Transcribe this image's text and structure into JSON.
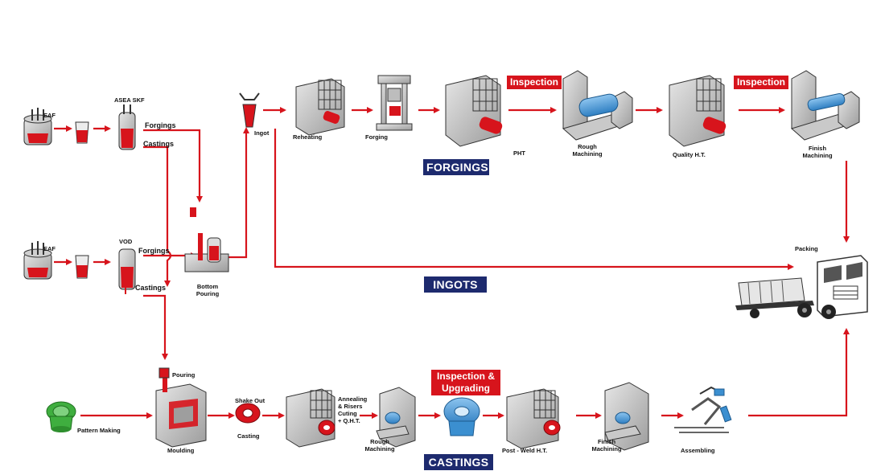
{
  "colors": {
    "flow_arrow": "#d7141c",
    "section_banner": "#1d2a6e",
    "inspection_banner": "#d7141c",
    "machining_part": "#3b8fd0",
    "pattern": "#3fae3f"
  },
  "forging_line": {
    "eaf_top": "EAF",
    "asea_skf": "ASEA SKF",
    "forgings": "Forgings",
    "castings": "Castings",
    "ingot": "Ingot",
    "reheating": "Reheating",
    "forging": "Forging",
    "pht": "PHT",
    "rough_machining": "Rough\nMachining",
    "quality_ht": "Quality H.T.",
    "finish_machining": "Finish\nMachining",
    "inspection_1": "Inspection",
    "inspection_2": "Inspection",
    "banner": "FORGINGS"
  },
  "ingot_line": {
    "eaf_mid": "EAF",
    "vod": "VOD",
    "forgings": "Forgings",
    "castings": "Castings",
    "bottom_pouring": "Bottom\nPouring",
    "banner": "INGOTS",
    "packing": "Packing"
  },
  "casting_line": {
    "pattern_making": "Pattern Making",
    "pouring": "Pouring",
    "moulding": "Moulding",
    "shake_out": "Shake Out",
    "casting": "Casting",
    "annealing": "Annealing\n& Risers\nCuting\n+ Q.H.T.",
    "rough_machining": "Rough\nMachining",
    "inspection_upgrading": "Inspection &\nUpgrading",
    "post_weld": "Post - Weld H.T.",
    "finish_machining": "Finish\nMachining",
    "assembling": "Assembling",
    "banner": "CASTINGS"
  }
}
